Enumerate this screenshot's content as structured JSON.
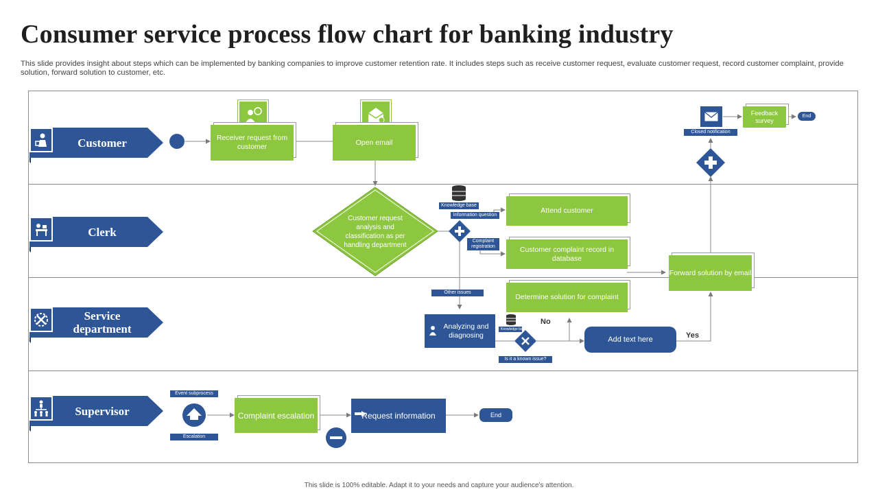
{
  "title": "Consumer service process flow chart for banking industry",
  "subtitle": "This slide provides insight about steps which can be implemented by banking companies to improve customer retention rate. It includes steps such as receive customer request, evaluate customer request, record customer complaint, provide solution, forward solution to customer, etc.",
  "footer": "This slide is 100% editable. Adapt it to your needs and capture your audience's attention.",
  "lanes": {
    "customer": "Customer",
    "clerk": "Clerk",
    "service": "Service department",
    "supervisor": "Supervisor"
  },
  "nodes": {
    "receive_request": "Receiver request from customer",
    "open_email": "Open email",
    "analysis": "Customer request analysis and classification as per handling  department",
    "attend_customer": "Attend customer",
    "record_complaint": "Customer complaint record in database",
    "determine_solution": "Determine solution  for complaint",
    "forward_solution": "Forward solution by email",
    "feedback_survey": "Feedback survey",
    "end_top": "End",
    "analyzing": "Analyzing and diagnosing",
    "add_text": "Add text here",
    "complaint_escalation": "Complaint escalation",
    "request_information": "Request information",
    "end_bottom": "End"
  },
  "labels": {
    "knowledge_base": "Knowledge base",
    "information_question": "Information question",
    "complaint_registration": "Complaint registration",
    "other_issues": "Other issues",
    "closed_notification": "Closed notification",
    "knowledge_base_small": "Knowledge base",
    "is_known_issue": "Is it a known issue?",
    "no": "No",
    "yes": "Yes",
    "event_subprocess": "Event subprocess",
    "escalation": "Escalation"
  },
  "colors": {
    "navy": "#2e5596",
    "green": "#8dc63f",
    "lane_border": "#8c8c8c"
  }
}
